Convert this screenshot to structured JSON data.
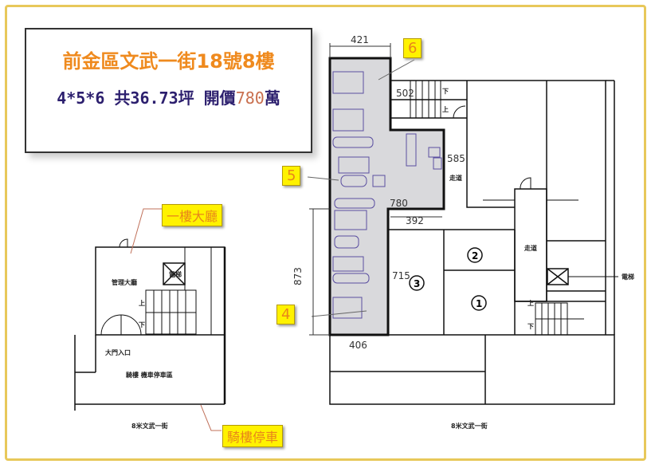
{
  "header": {
    "title": "前金區文武一街18號8樓",
    "subtitle_prefix": "4*5*6 共36.73坪 開價",
    "price": "780",
    "price_unit": "萬"
  },
  "callouts": {
    "lobby": "一樓大廳",
    "parking": "騎樓停車",
    "unit4": "4",
    "unit5": "5",
    "unit6": "6"
  },
  "ground_floor": {
    "lobby_label": "管理大廳",
    "elevator": "電梯",
    "up": "上",
    "down": "下",
    "entrance": "大門入口",
    "arcade": "騎樓 機車停車區",
    "street": "8米文武一街"
  },
  "eighth_floor": {
    "corridor": "走道",
    "elevator": "電梯",
    "up": "上",
    "down": "下",
    "street": "8米文武一街",
    "rooms": [
      "1",
      "2",
      "3"
    ]
  },
  "dimensions": {
    "d421": "421",
    "d502": "502",
    "d585": "585",
    "d780": "780",
    "d392": "392",
    "d715": "715",
    "d873": "873",
    "d406": "406"
  },
  "colors": {
    "frame": "#e8c85a",
    "title": "#ef8a1e",
    "subtitle": "#2c1f6e",
    "unit_fill": "#d9d9dc",
    "furniture": "#5a4ea0",
    "tag": "#fff200"
  }
}
